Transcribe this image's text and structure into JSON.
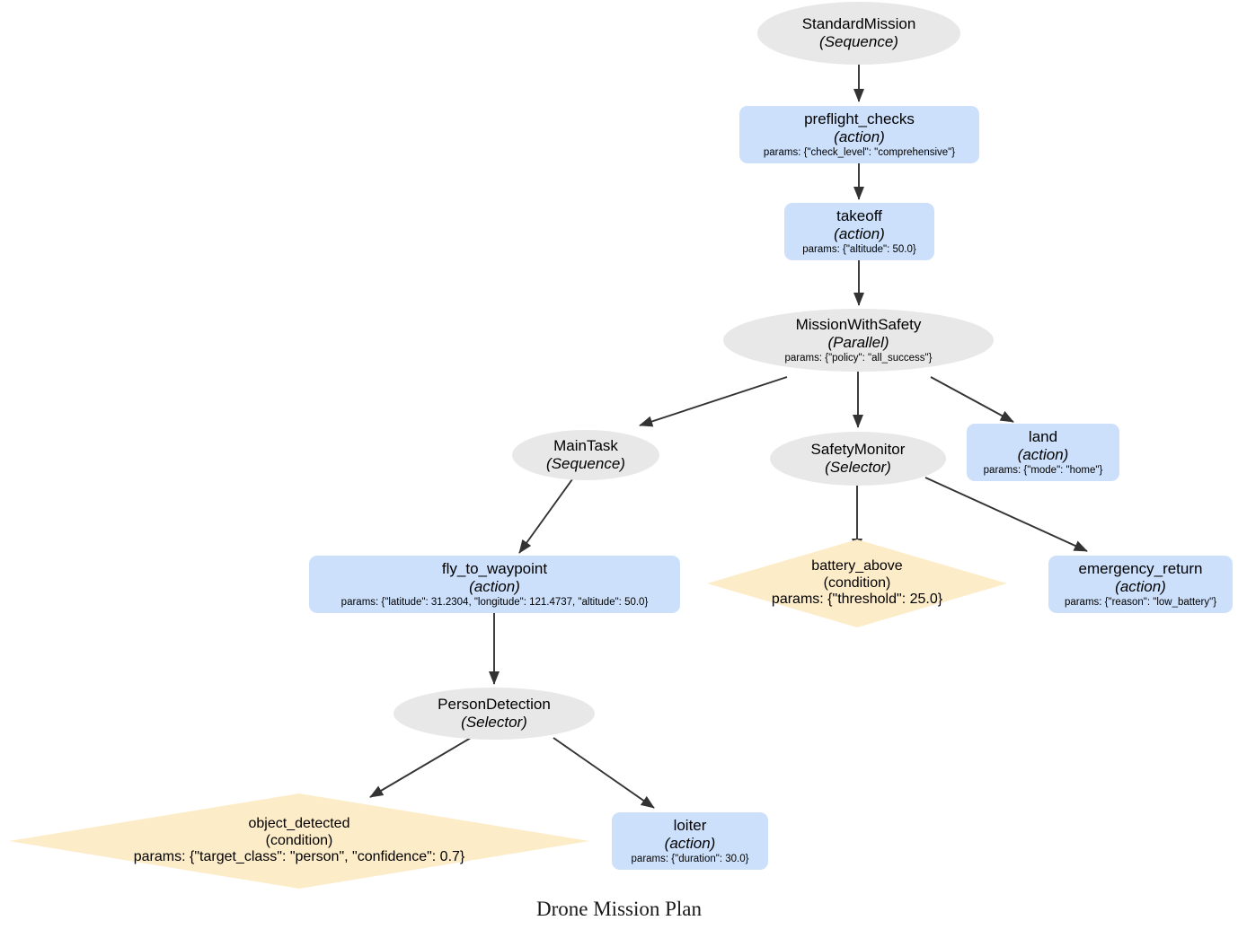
{
  "caption": "Drone Mission Plan",
  "colors": {
    "composite_fill": "#e8e8e8",
    "action_fill": "#cce0fb",
    "condition_fill": "#fdecc8",
    "edge": "#333333",
    "text": "#000000",
    "background": "#ffffff"
  },
  "nodes": [
    {
      "id": "StandardMission",
      "label": "StandardMission",
      "type": "(Sequence)",
      "params": "",
      "shape": "ellipse",
      "category": "composite"
    },
    {
      "id": "preflight_checks",
      "label": "preflight_checks",
      "type": "(action)",
      "params": "params: {\"check_level\": \"comprehensive\"}",
      "shape": "box",
      "category": "action"
    },
    {
      "id": "takeoff",
      "label": "takeoff",
      "type": "(action)",
      "params": "params: {\"altitude\": 50.0}",
      "shape": "box",
      "category": "action"
    },
    {
      "id": "MissionWithSafety",
      "label": "MissionWithSafety",
      "type": "(Parallel)",
      "params": "params: {\"policy\": \"all_success\"}",
      "shape": "ellipse",
      "category": "composite"
    },
    {
      "id": "MainTask",
      "label": "MainTask",
      "type": "(Sequence)",
      "params": "",
      "shape": "ellipse",
      "category": "composite"
    },
    {
      "id": "SafetyMonitor",
      "label": "SafetyMonitor",
      "type": "(Selector)",
      "params": "",
      "shape": "ellipse",
      "category": "composite"
    },
    {
      "id": "land",
      "label": "land",
      "type": "(action)",
      "params": "params: {\"mode\": \"home\"}",
      "shape": "box",
      "category": "action"
    },
    {
      "id": "fly_to_waypoint",
      "label": "fly_to_waypoint",
      "type": "(action)",
      "params": "params: {\"latitude\": 31.2304, \"longitude\": 121.4737, \"altitude\": 50.0}",
      "shape": "box",
      "category": "action"
    },
    {
      "id": "battery_above",
      "label": "battery_above",
      "type": "(condition)",
      "params": "params: {\"threshold\": 25.0}",
      "shape": "diamond",
      "category": "condition"
    },
    {
      "id": "emergency_return",
      "label": "emergency_return",
      "type": "(action)",
      "params": "params: {\"reason\": \"low_battery\"}",
      "shape": "box",
      "category": "action"
    },
    {
      "id": "PersonDetection",
      "label": "PersonDetection",
      "type": "(Selector)",
      "params": "",
      "shape": "ellipse",
      "category": "composite"
    },
    {
      "id": "object_detected",
      "label": "object_detected",
      "type": "(condition)",
      "params": "params: {\"target_class\": \"person\", \"confidence\": 0.7}",
      "shape": "diamond",
      "category": "condition"
    },
    {
      "id": "loiter",
      "label": "loiter",
      "type": "(action)",
      "params": "params: {\"duration\": 30.0}",
      "shape": "box",
      "category": "action"
    }
  ],
  "edges": [
    {
      "from": "StandardMission",
      "to": "preflight_checks"
    },
    {
      "from": "preflight_checks",
      "to": "takeoff"
    },
    {
      "from": "takeoff",
      "to": "MissionWithSafety"
    },
    {
      "from": "MissionWithSafety",
      "to": "MainTask"
    },
    {
      "from": "MissionWithSafety",
      "to": "SafetyMonitor"
    },
    {
      "from": "MissionWithSafety",
      "to": "land"
    },
    {
      "from": "MainTask",
      "to": "fly_to_waypoint"
    },
    {
      "from": "SafetyMonitor",
      "to": "battery_above"
    },
    {
      "from": "SafetyMonitor",
      "to": "emergency_return"
    },
    {
      "from": "fly_to_waypoint",
      "to": "PersonDetection"
    },
    {
      "from": "PersonDetection",
      "to": "object_detected"
    },
    {
      "from": "PersonDetection",
      "to": "loiter"
    }
  ]
}
